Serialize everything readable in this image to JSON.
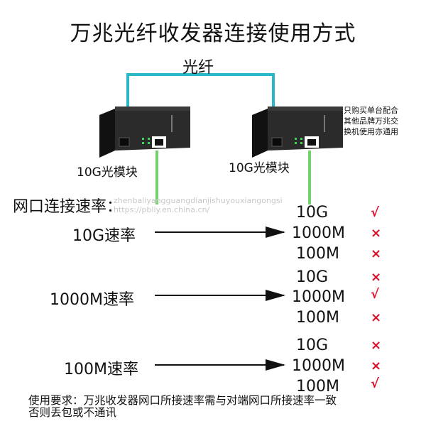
{
  "title": "万兆光纤收发器连接使用方式",
  "fiber_label": "光纤",
  "note_lines": [
    "只购买单台配合",
    "其他品牌万兆交",
    "换机使用亦通用"
  ],
  "devices": [
    {
      "module_label": "10G光模块"
    },
    {
      "module_label": "10G光模块"
    }
  ],
  "section_label": "网口连接速率：",
  "watermark_lines": [
    "zhenbaliyangguangdianjishuyouxiangongsi",
    "https://pbliy.en.china.cn/"
  ],
  "groups": [
    {
      "rate_label": "10G速率",
      "options": [
        {
          "speed": "10G",
          "mark": "√"
        },
        {
          "speed": "1000M",
          "mark": "×"
        },
        {
          "speed": "100M",
          "mark": "×"
        }
      ]
    },
    {
      "rate_label": "1000M速率",
      "options": [
        {
          "speed": "10G",
          "mark": "×"
        },
        {
          "speed": "1000M",
          "mark": "√"
        },
        {
          "speed": "100M",
          "mark": "×"
        }
      ]
    },
    {
      "rate_label": "100M速率",
      "options": [
        {
          "speed": "10G",
          "mark": "×"
        },
        {
          "speed": "1000M",
          "mark": "×"
        },
        {
          "speed": "100M",
          "mark": "√"
        }
      ]
    }
  ],
  "requirement_lines": [
    "使用要求：万兆收发器网口所接速率需与对端网口所接速率一致",
    "否则丢包或不通讯"
  ],
  "colors": {
    "fiber": "#2ab8c8",
    "ethernet": "#6fd36a",
    "mark": "#e0102a",
    "device": "#1a1a1a"
  }
}
